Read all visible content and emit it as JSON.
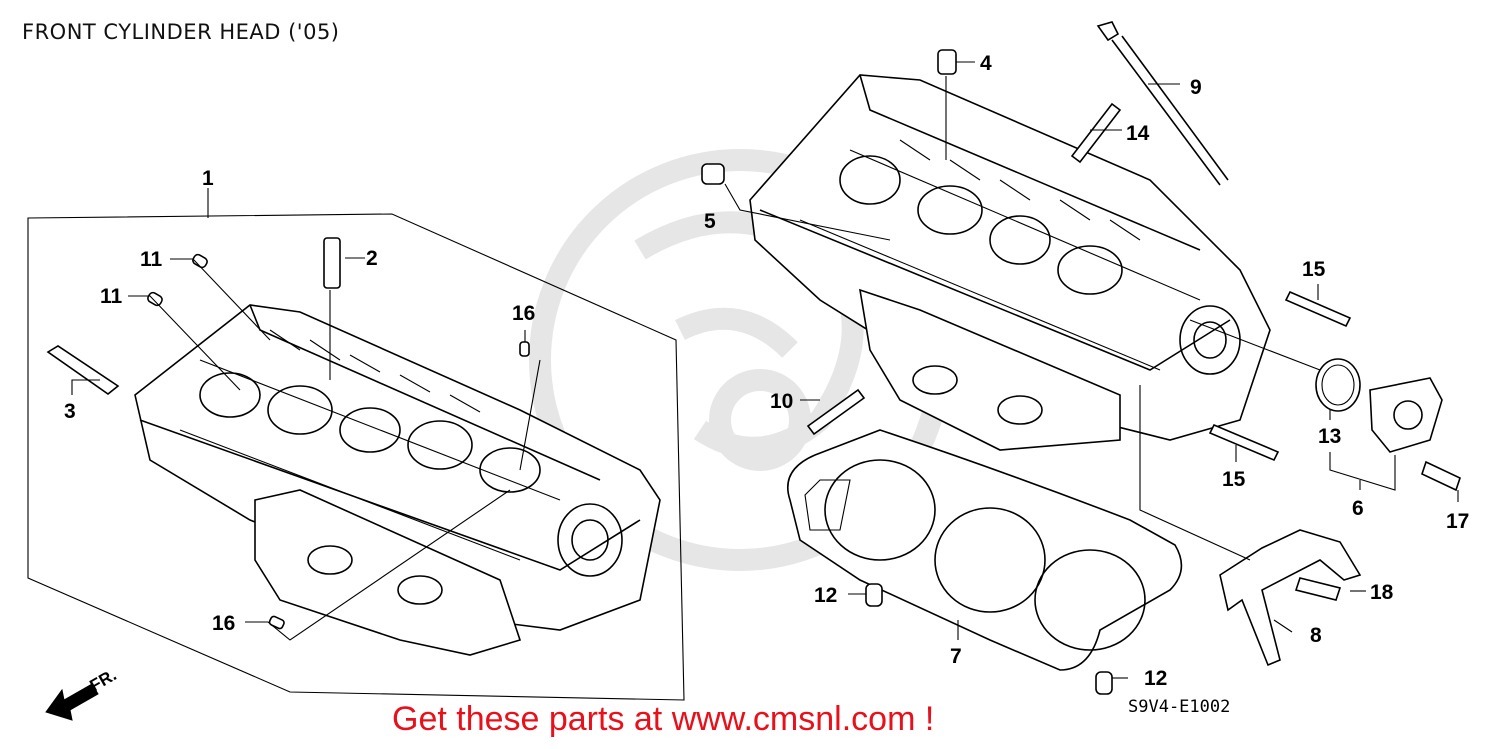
{
  "title": "FRONT CYLINDER HEAD ('05)",
  "diagram_code": "S9V4-E1002",
  "promo_text": "Get these parts at www.cmsnl.com !",
  "direction_label": "FR.",
  "colors": {
    "promo": "#e8101a",
    "lines": "#000000",
    "watermark": "#e6e6e6"
  },
  "callouts": {
    "c1": "1",
    "c2": "2",
    "c3": "3",
    "c4": "4",
    "c5": "5",
    "c6": "6",
    "c7": "7",
    "c8": "8",
    "c9": "9",
    "c10": "10",
    "c11a": "11",
    "c11b": "11",
    "c12a": "12",
    "c12b": "12",
    "c13": "13",
    "c14": "14",
    "c15a": "15",
    "c15b": "15",
    "c16a": "16",
    "c16b": "16",
    "c17": "17",
    "c18": "18"
  }
}
